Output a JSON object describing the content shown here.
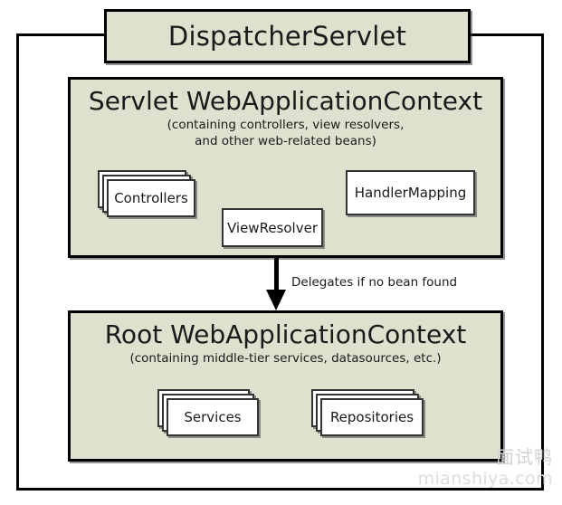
{
  "diagram": {
    "type": "spring-mvc-context-hierarchy",
    "title": "DispatcherServlet",
    "contexts": [
      {
        "id": "servlet-context",
        "heading": "Servlet WebApplicationContext",
        "subtitle_line1": "(containing controllers, view resolvers,",
        "subtitle_line2": "and other web-related beans)",
        "components": [
          {
            "id": "controllers",
            "label": "Controllers",
            "stacked": true
          },
          {
            "id": "viewresolver",
            "label": "ViewResolver",
            "stacked": false
          },
          {
            "id": "handlermapping",
            "label": "HandlerMapping",
            "stacked": false
          }
        ]
      },
      {
        "id": "root-context",
        "heading": "Root WebApplicationContext",
        "subtitle_line1": "(containing middle-tier services, datasources, etc.)",
        "components": [
          {
            "id": "services",
            "label": "Services",
            "stacked": true
          },
          {
            "id": "repositories",
            "label": "Repositories",
            "stacked": true
          }
        ]
      }
    ],
    "connector": {
      "id": "delegation-arrow",
      "label": "Delegates if no bean found",
      "direction": "down",
      "from": "servlet-context",
      "to": "root-context"
    },
    "colors": {
      "panel_fill": "#dee1cd",
      "panel_border": "#000000",
      "card_fill": "#ffffff",
      "card_border": "#333333",
      "text": "#1a1a1a",
      "watermark": "#d9d9d9"
    }
  },
  "watermark": {
    "cn": "面试鸭",
    "url": "mianshiya.com"
  }
}
